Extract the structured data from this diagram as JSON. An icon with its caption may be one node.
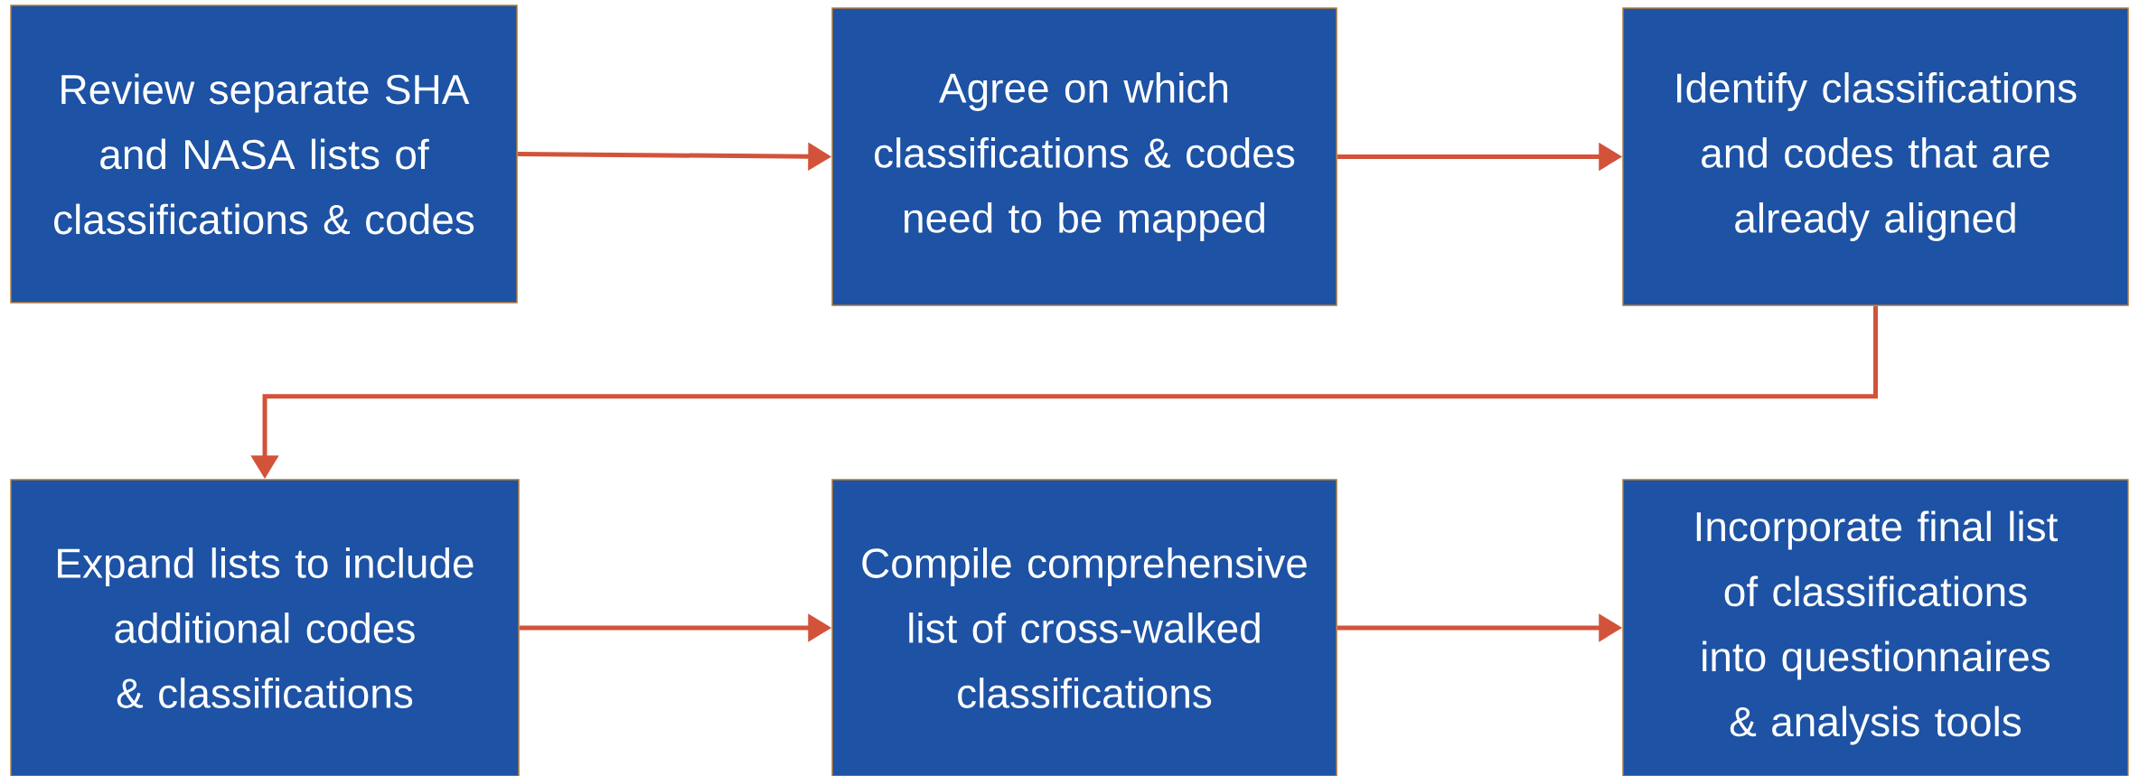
{
  "diagram": {
    "nodes": [
      {
        "text": [
          "Review separate SHA and NASA lists of classifications & codes"
        ]
      },
      {
        "text": [
          "Agree on which classifications & codes need to be mapped"
        ]
      },
      {
        "text": [
          "Identify classifications and codes that are already aligned"
        ]
      },
      {
        "text": [
          "Expand lists to include additional codes & classifications"
        ]
      },
      {
        "text": [
          "Compile comprehensive list of cross-walked classifications"
        ]
      },
      {
        "text": [
          "Incorporate final list of classifications into questionnaires & analysis tools"
        ]
      }
    ],
    "edges": [
      {
        "from": 0,
        "to": 1,
        "arrow": "to"
      },
      {
        "from": 1,
        "to": 2,
        "arrow": "to"
      },
      {
        "from": 2,
        "to": 3,
        "arrow": "to"
      },
      {
        "from": 3,
        "to": 4,
        "arrow": "to"
      },
      {
        "from": 4,
        "to": 5,
        "arrow": "to"
      }
    ]
  }
}
